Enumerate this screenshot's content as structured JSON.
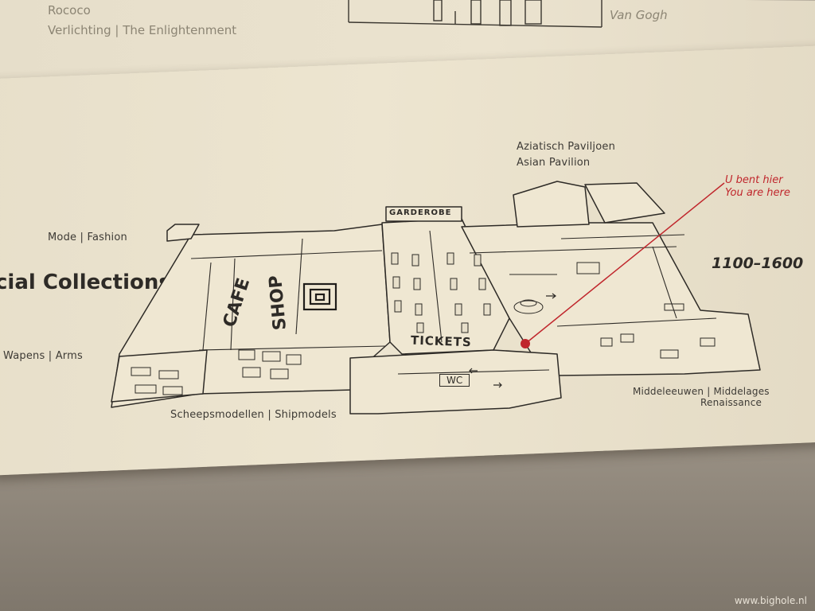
{
  "top_panel": {
    "rococo": "Rococo",
    "enlightenment": "Verlichting | The Enlightenment",
    "van_gogh": "Van Gogh"
  },
  "main_panel": {
    "collections": "cial Collections",
    "fashion": "Mode | Fashion",
    "arms": "Wapens | Arms",
    "shipmodels": "Scheepsmodellen | Shipmodels",
    "asian_nl": "Aziatisch Paviljoen",
    "asian_en": "Asian Pavilion",
    "here_nl": "U bent hier",
    "here_en": "You are here",
    "period": "1100–1600",
    "middle_nl": "Middeleeuwen | Middelages",
    "middle_en": "Renaissance",
    "garderobe": "GARDEROBE",
    "tickets": "TICKETS",
    "wc": "WC",
    "cafe": "CAFE",
    "shop": "SHOP"
  },
  "watermark": "www.bighole.nl",
  "colors": {
    "ink": "#2e2b27",
    "marker": "#c0262c",
    "panel": "#ebe3cf"
  }
}
